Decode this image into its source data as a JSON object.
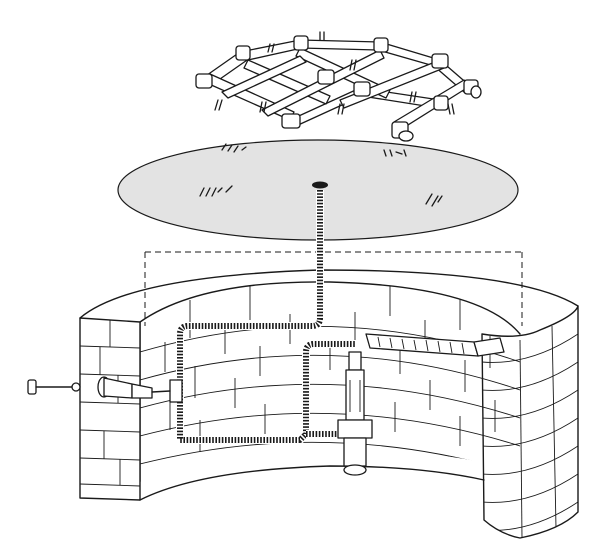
{
  "title": "",
  "colors": {
    "line": "#1a1a1a",
    "background": "#ffffff",
    "pan": "#e3e3e3"
  },
  "components": [
    {
      "id": "burner-frame",
      "icon": "pipe-grid-burner-icon"
    },
    {
      "id": "fire-pan",
      "icon": "oval-pan-icon"
    },
    {
      "id": "gas-line",
      "icon": "flex-hose-icon"
    },
    {
      "id": "key-valve",
      "icon": "key-valve-icon"
    },
    {
      "id": "regulator",
      "icon": "regulator-icon"
    },
    {
      "id": "vent-block",
      "icon": "vent-icon"
    },
    {
      "id": "brick-enclosure",
      "icon": "brick-wall-icon"
    }
  ]
}
